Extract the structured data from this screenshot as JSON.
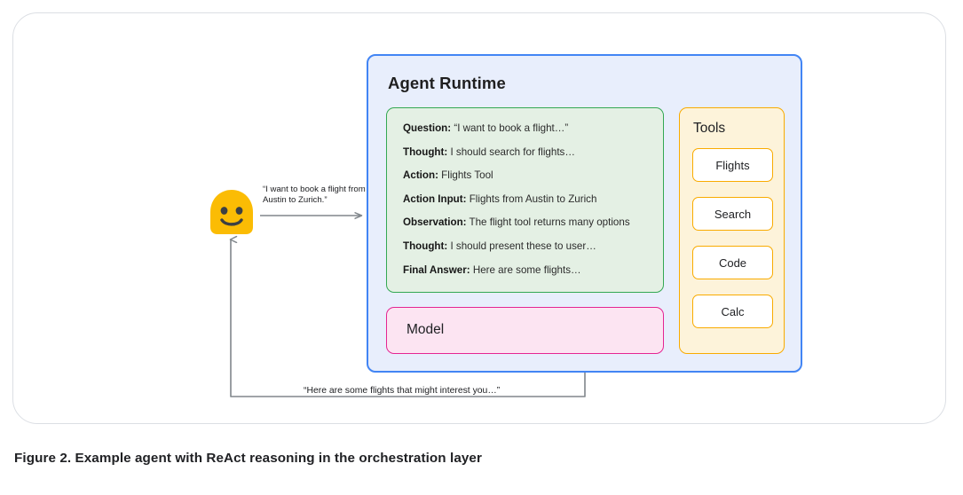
{
  "figure": {
    "caption": "Figure 2. Example agent with ReAct reasoning in the orchestration layer"
  },
  "agent_runtime": {
    "title": "Agent Runtime",
    "border_color": "#4285f4",
    "fill_color": "#e8eefc"
  },
  "reasoning": {
    "border_color": "#34a853",
    "fill_color": "#e4f0e4",
    "lines": [
      {
        "label": "Question:",
        "text": "“I want to book a flight…”"
      },
      {
        "label": "Thought:",
        "text": "I should search for flights…"
      },
      {
        "label": "Action:",
        "text": "Flights Tool"
      },
      {
        "label": "Action Input:",
        "text": "Flights from Austin to Zurich"
      },
      {
        "label": "Observation:",
        "text": "The flight tool returns many options"
      },
      {
        "label": "Thought:",
        "text": "I should present these to user…"
      },
      {
        "label": "Final Answer:",
        "text": "Here are some flights…"
      }
    ]
  },
  "model": {
    "label": "Model",
    "border_color": "#e52592",
    "fill_color": "#fce4f2"
  },
  "tools": {
    "title": "Tools",
    "border_color": "#f9ab00",
    "fill_color": "#fdf3da",
    "items": [
      {
        "label": "Flights"
      },
      {
        "label": "Search"
      },
      {
        "label": "Code"
      },
      {
        "label": "Calc"
      }
    ]
  },
  "user": {
    "avatar_color": "#fbbc04",
    "face_color": "#3c4043",
    "icon": "smiley-face-avatar"
  },
  "flows": {
    "request_label": "“I want to book a flight from Austin to Zurich.”",
    "response_label": "“Here are some flights that might interest you…”",
    "arrow_color": "#80868b"
  }
}
